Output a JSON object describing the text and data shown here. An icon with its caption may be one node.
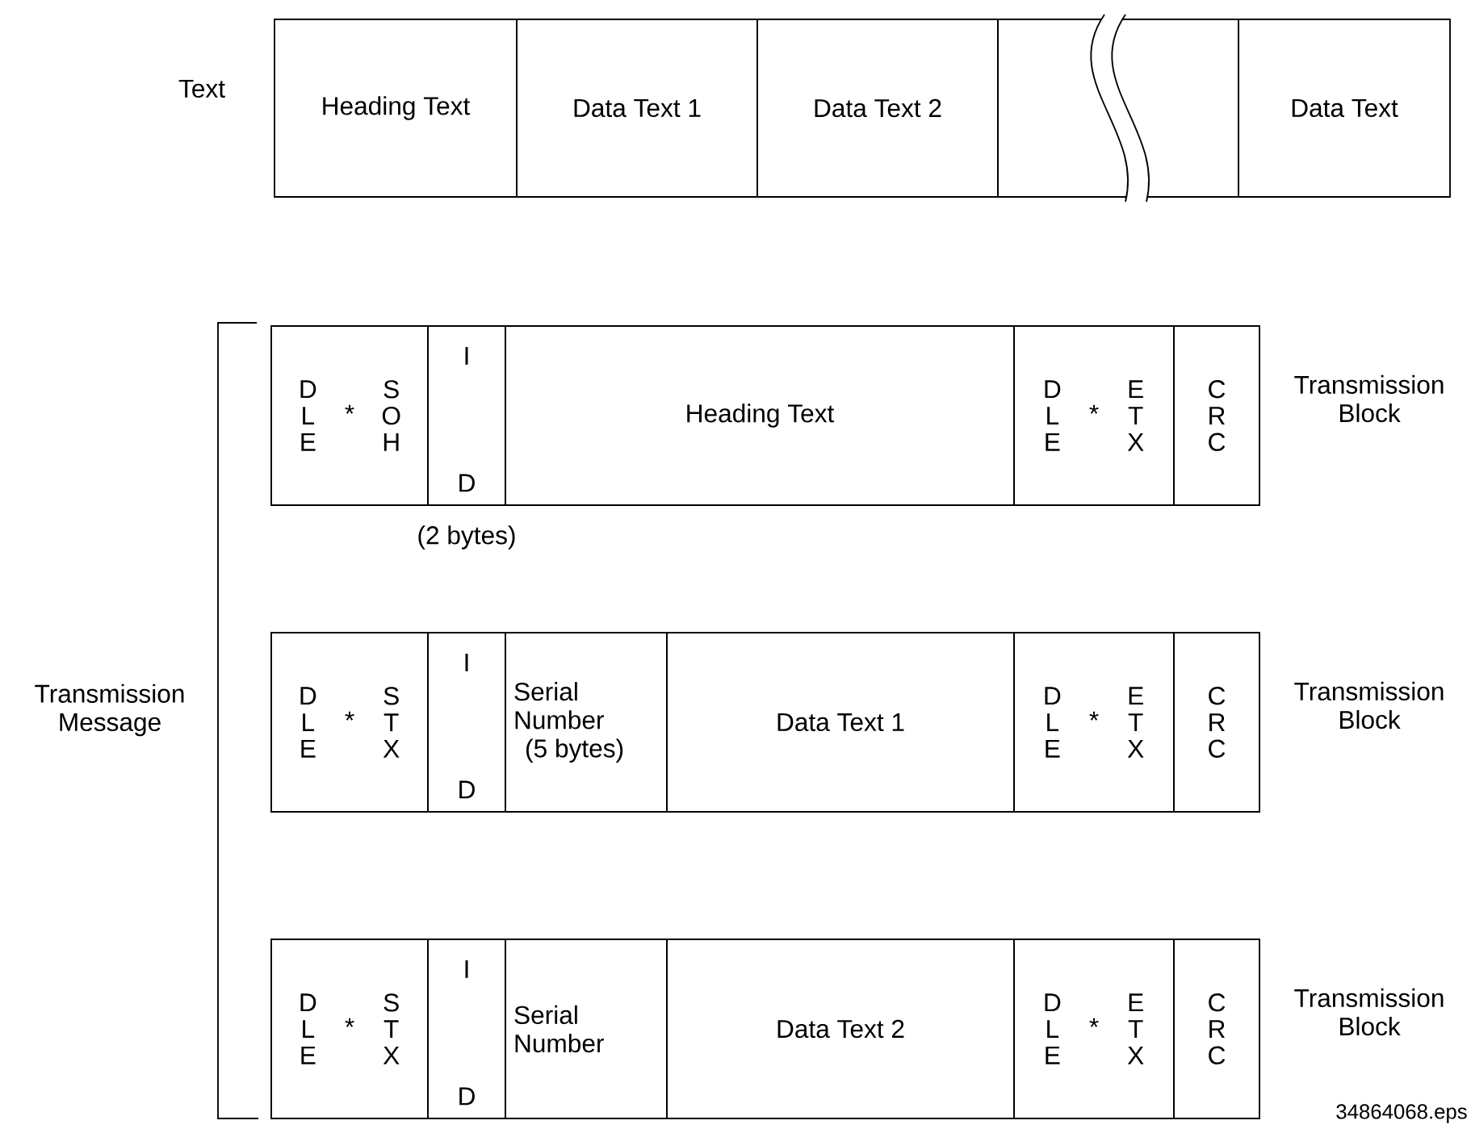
{
  "diagram": {
    "nodes": [
      {
        "text": [
          "Heading Text"
        ]
      },
      {
        "text": [
          "Data Text 1"
        ]
      },
      {
        "text": [
          "Data Text 2"
        ]
      },
      {
        "text": [],
        "shape": "box"
      },
      {
        "text": [
          "Data Text"
        ]
      },
      {
        "text": [
          "D L E",
          "*",
          "S O H"
        ]
      },
      {
        "text": [
          "I",
          "D"
        ],
        "beside": [
          "(2 bytes)"
        ]
      },
      {
        "text": [
          "Heading Text"
        ]
      },
      {
        "text": [
          "D L E",
          "*",
          "E T X"
        ]
      },
      {
        "text": [
          "C R C"
        ]
      },
      {
        "text": [
          "D L E",
          "*",
          "S T X"
        ]
      },
      {
        "text": [
          "I",
          "D"
        ]
      },
      {
        "text": [
          "Serial Number",
          "(5 bytes)"
        ]
      },
      {
        "text": [
          "Data Text 1"
        ]
      },
      {
        "text": [
          "D L E",
          "*",
          "E T X"
        ]
      },
      {
        "text": [
          "C R C"
        ]
      },
      {
        "text": [
          "D L E",
          "*",
          "S T X"
        ]
      },
      {
        "text": [
          "I",
          "D"
        ]
      },
      {
        "text": [
          "Serial Number"
        ]
      },
      {
        "text": [
          "Data Text 2"
        ]
      },
      {
        "text": [
          "D L E",
          "*",
          "E T X"
        ]
      },
      {
        "text": [
          "C R C"
        ]
      }
    ],
    "labels": [
      "Text",
      "Transmission Block",
      "Transmission Message",
      "Transmission Block",
      "Transmission Block",
      "34864068.eps"
    ]
  }
}
